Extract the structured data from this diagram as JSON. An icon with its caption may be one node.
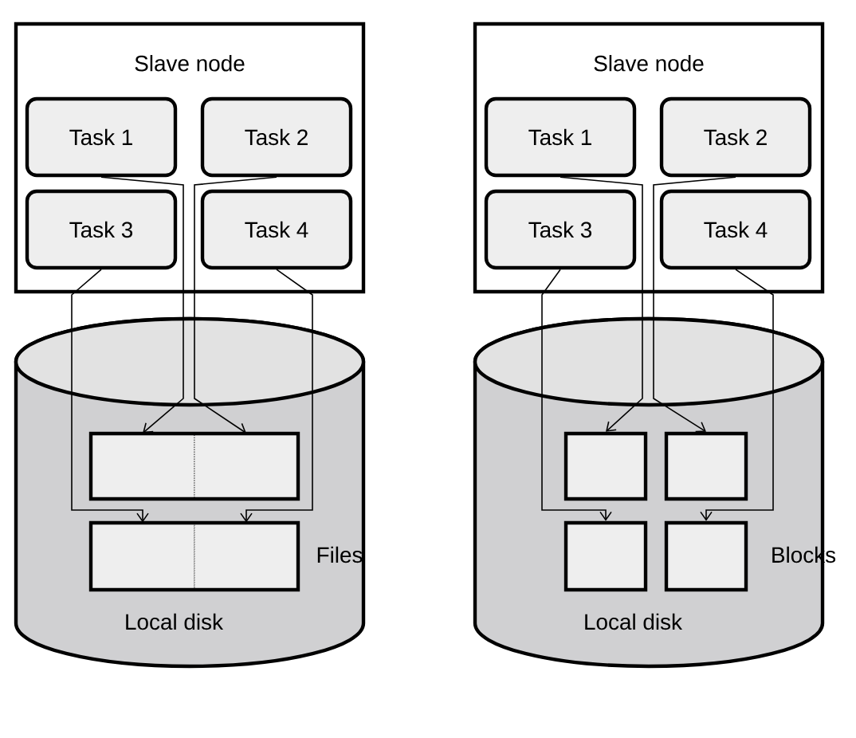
{
  "diagram": {
    "nodes": [
      {
        "text": [
          "Slave node"
        ]
      },
      {
        "text": [
          "Task 1"
        ],
        "in": 0
      },
      {
        "text": [
          "Task 2"
        ],
        "in": 0
      },
      {
        "text": [
          "Task 3"
        ],
        "in": 0
      },
      {
        "text": [
          "Task 4"
        ],
        "in": 0
      },
      {
        "text": [
          "Local disk"
        ]
      },
      {
        "text": [],
        "shape": "box",
        "in": 5
      },
      {
        "text": [],
        "shape": "box",
        "in": 5
      },
      {
        "text": [],
        "shape": "box",
        "in": 5
      },
      {
        "text": [],
        "shape": "box",
        "in": 5
      },
      {
        "text": [
          "Slave node"
        ]
      },
      {
        "text": [
          "Task 1"
        ],
        "in": 10
      },
      {
        "text": [
          "Task 2"
        ],
        "in": 10
      },
      {
        "text": [
          "Task 3"
        ],
        "in": 10
      },
      {
        "text": [
          "Task 4"
        ],
        "in": 10
      },
      {
        "text": [
          "Local disk"
        ]
      },
      {
        "text": [],
        "shape": "box",
        "in": 15
      },
      {
        "text": [],
        "shape": "box",
        "in": 15
      },
      {
        "text": [],
        "shape": "box",
        "in": 15
      },
      {
        "text": [],
        "shape": "box",
        "in": 15
      }
    ],
    "edges": [
      {
        "from": 1,
        "to": 6,
        "arrow": "to"
      },
      {
        "from": 3,
        "to": 8,
        "arrow": "to"
      },
      {
        "from": 2,
        "to": 7,
        "arrow": "to"
      },
      {
        "from": 4,
        "to": 9,
        "arrow": "to"
      },
      {
        "from": 11,
        "to": 16,
        "arrow": "to"
      },
      {
        "from": 13,
        "to": 18,
        "arrow": "to"
      },
      {
        "from": 12,
        "to": 17,
        "arrow": "to"
      },
      {
        "from": 14,
        "to": 19,
        "arrow": "to"
      }
    ],
    "labels": [
      "Files",
      "Blocks"
    ]
  }
}
